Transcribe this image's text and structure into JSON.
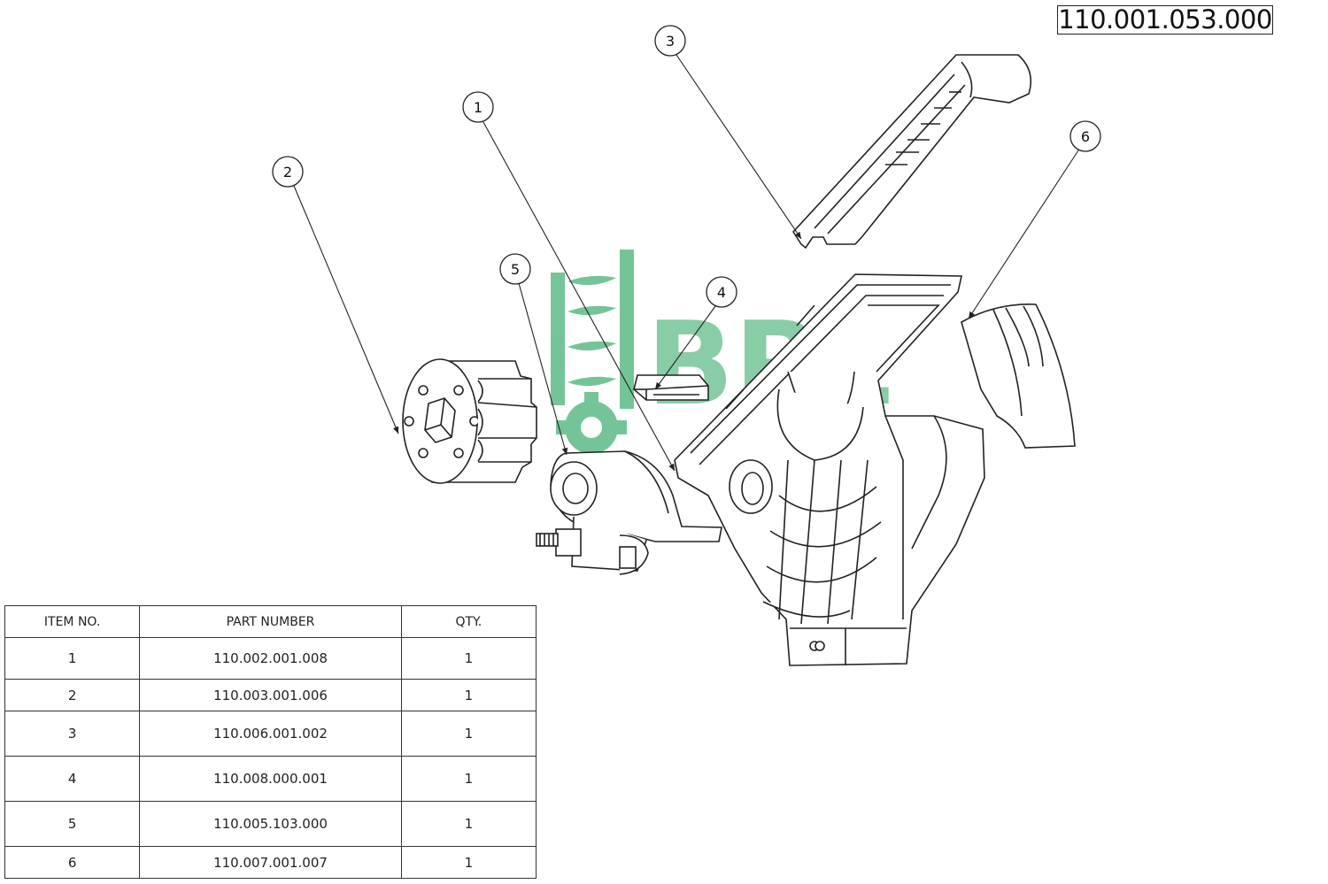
{
  "document_number": "110.001.053.000",
  "watermark": {
    "text": "BPL",
    "color": "#1a9e55"
  },
  "bom_table": {
    "headers": [
      "ITEM NO.",
      "PART NUMBER",
      "QTY."
    ],
    "rows": [
      {
        "item": "1",
        "part_number": "110.002.001.008",
        "qty": "1"
      },
      {
        "item": "2",
        "part_number": "110.003.001.006",
        "qty": "1"
      },
      {
        "item": "3",
        "part_number": "110.006.001.002",
        "qty": "1"
      },
      {
        "item": "4",
        "part_number": "110.008.000.001",
        "qty": "1"
      },
      {
        "item": "5",
        "part_number": "110.005.103.000",
        "qty": "1"
      },
      {
        "item": "6",
        "part_number": "110.007.001.007",
        "qty": "1"
      }
    ]
  },
  "balloons": [
    "1",
    "2",
    "3",
    "4",
    "5",
    "6"
  ]
}
